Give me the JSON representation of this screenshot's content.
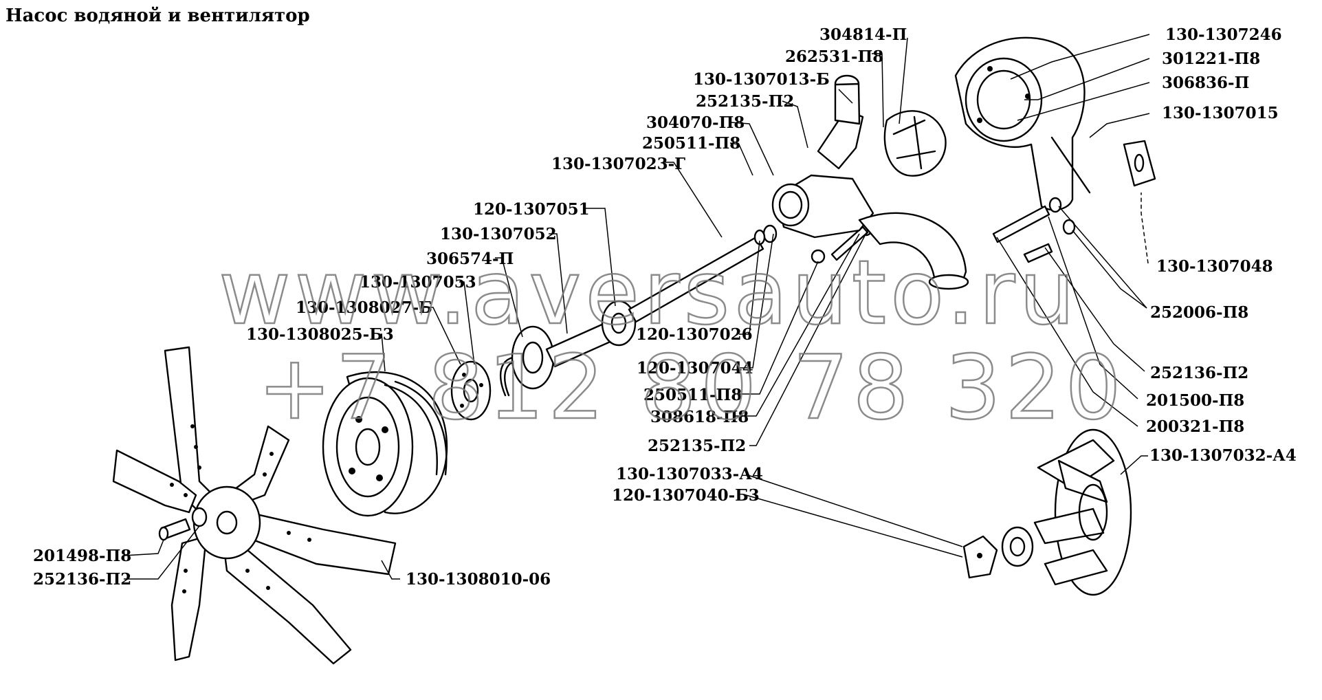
{
  "title": "Насос водяной и вентилятор",
  "watermark": {
    "line1": "www.aversauto.ru",
    "line2": "+7 812 80 78 320"
  },
  "callouts": [
    "304814-П",
    "262531-П8",
    "130-1307013-Б",
    "252135-П2",
    "304070-П8",
    "250511-П8",
    "130-1307023-Г",
    "120-1307051",
    "130-1307052",
    "306574-П",
    "130-1307053",
    "130-1308027-Б",
    "130-1308025-Б3",
    "120-1307026",
    "120-1307044",
    "250511-П8",
    "308618-П8",
    "252135-П2",
    "130-1307033-А4",
    "120-1307040-Б3",
    "201498-П8",
    "252136-П2",
    "130-1308010-06",
    "130-1307246",
    "301221-П8",
    "306836-П",
    "130-1307015",
    "130-1307048",
    "252006-П8",
    "252136-П2",
    "201500-П8",
    "200321-П8",
    "130-1307032-А4"
  ]
}
